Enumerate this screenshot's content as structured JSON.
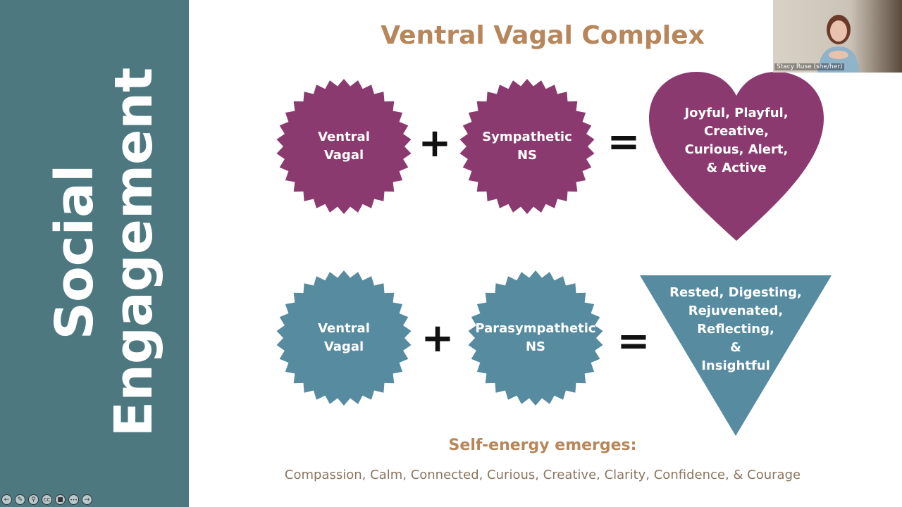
{
  "sidebar": {
    "line1": "Social",
    "line2": "Engagement",
    "color": "#4d7880"
  },
  "slide": {
    "title": "Ventral Vagal Complex",
    "row1": {
      "left": "Ventral\nVagal",
      "plus": "+",
      "right": "Sympathetic\nNS",
      "equals": "=",
      "result": "Joyful, Playful,\nCreative,\nCurious, Alert,\n& Active",
      "color": "#8b3a6f"
    },
    "row2": {
      "left": "Ventral\nVagal",
      "plus": "+",
      "right": "Parasympathetic\nNS",
      "equals": "=",
      "result": "Rested, Digesting,\nRejuvenated,\nReflecting,\n&\nInsightful",
      "color": "#578ba0"
    },
    "self_title": "Self-energy emerges:",
    "self_list": "Compassion, Calm, Connected, Curious, Creative, Clarity, Confidence, & Courage"
  },
  "video": {
    "name": "Stacy Ruse (she/her)"
  },
  "toolbar": {
    "icons": [
      "back-icon",
      "pen-icon",
      "zoom-icon",
      "cc-icon",
      "camera-icon",
      "more-icon",
      "forward-icon"
    ],
    "glyphs": [
      "←",
      "✎",
      "⚲",
      "CC",
      "■",
      "•••",
      "→"
    ]
  }
}
